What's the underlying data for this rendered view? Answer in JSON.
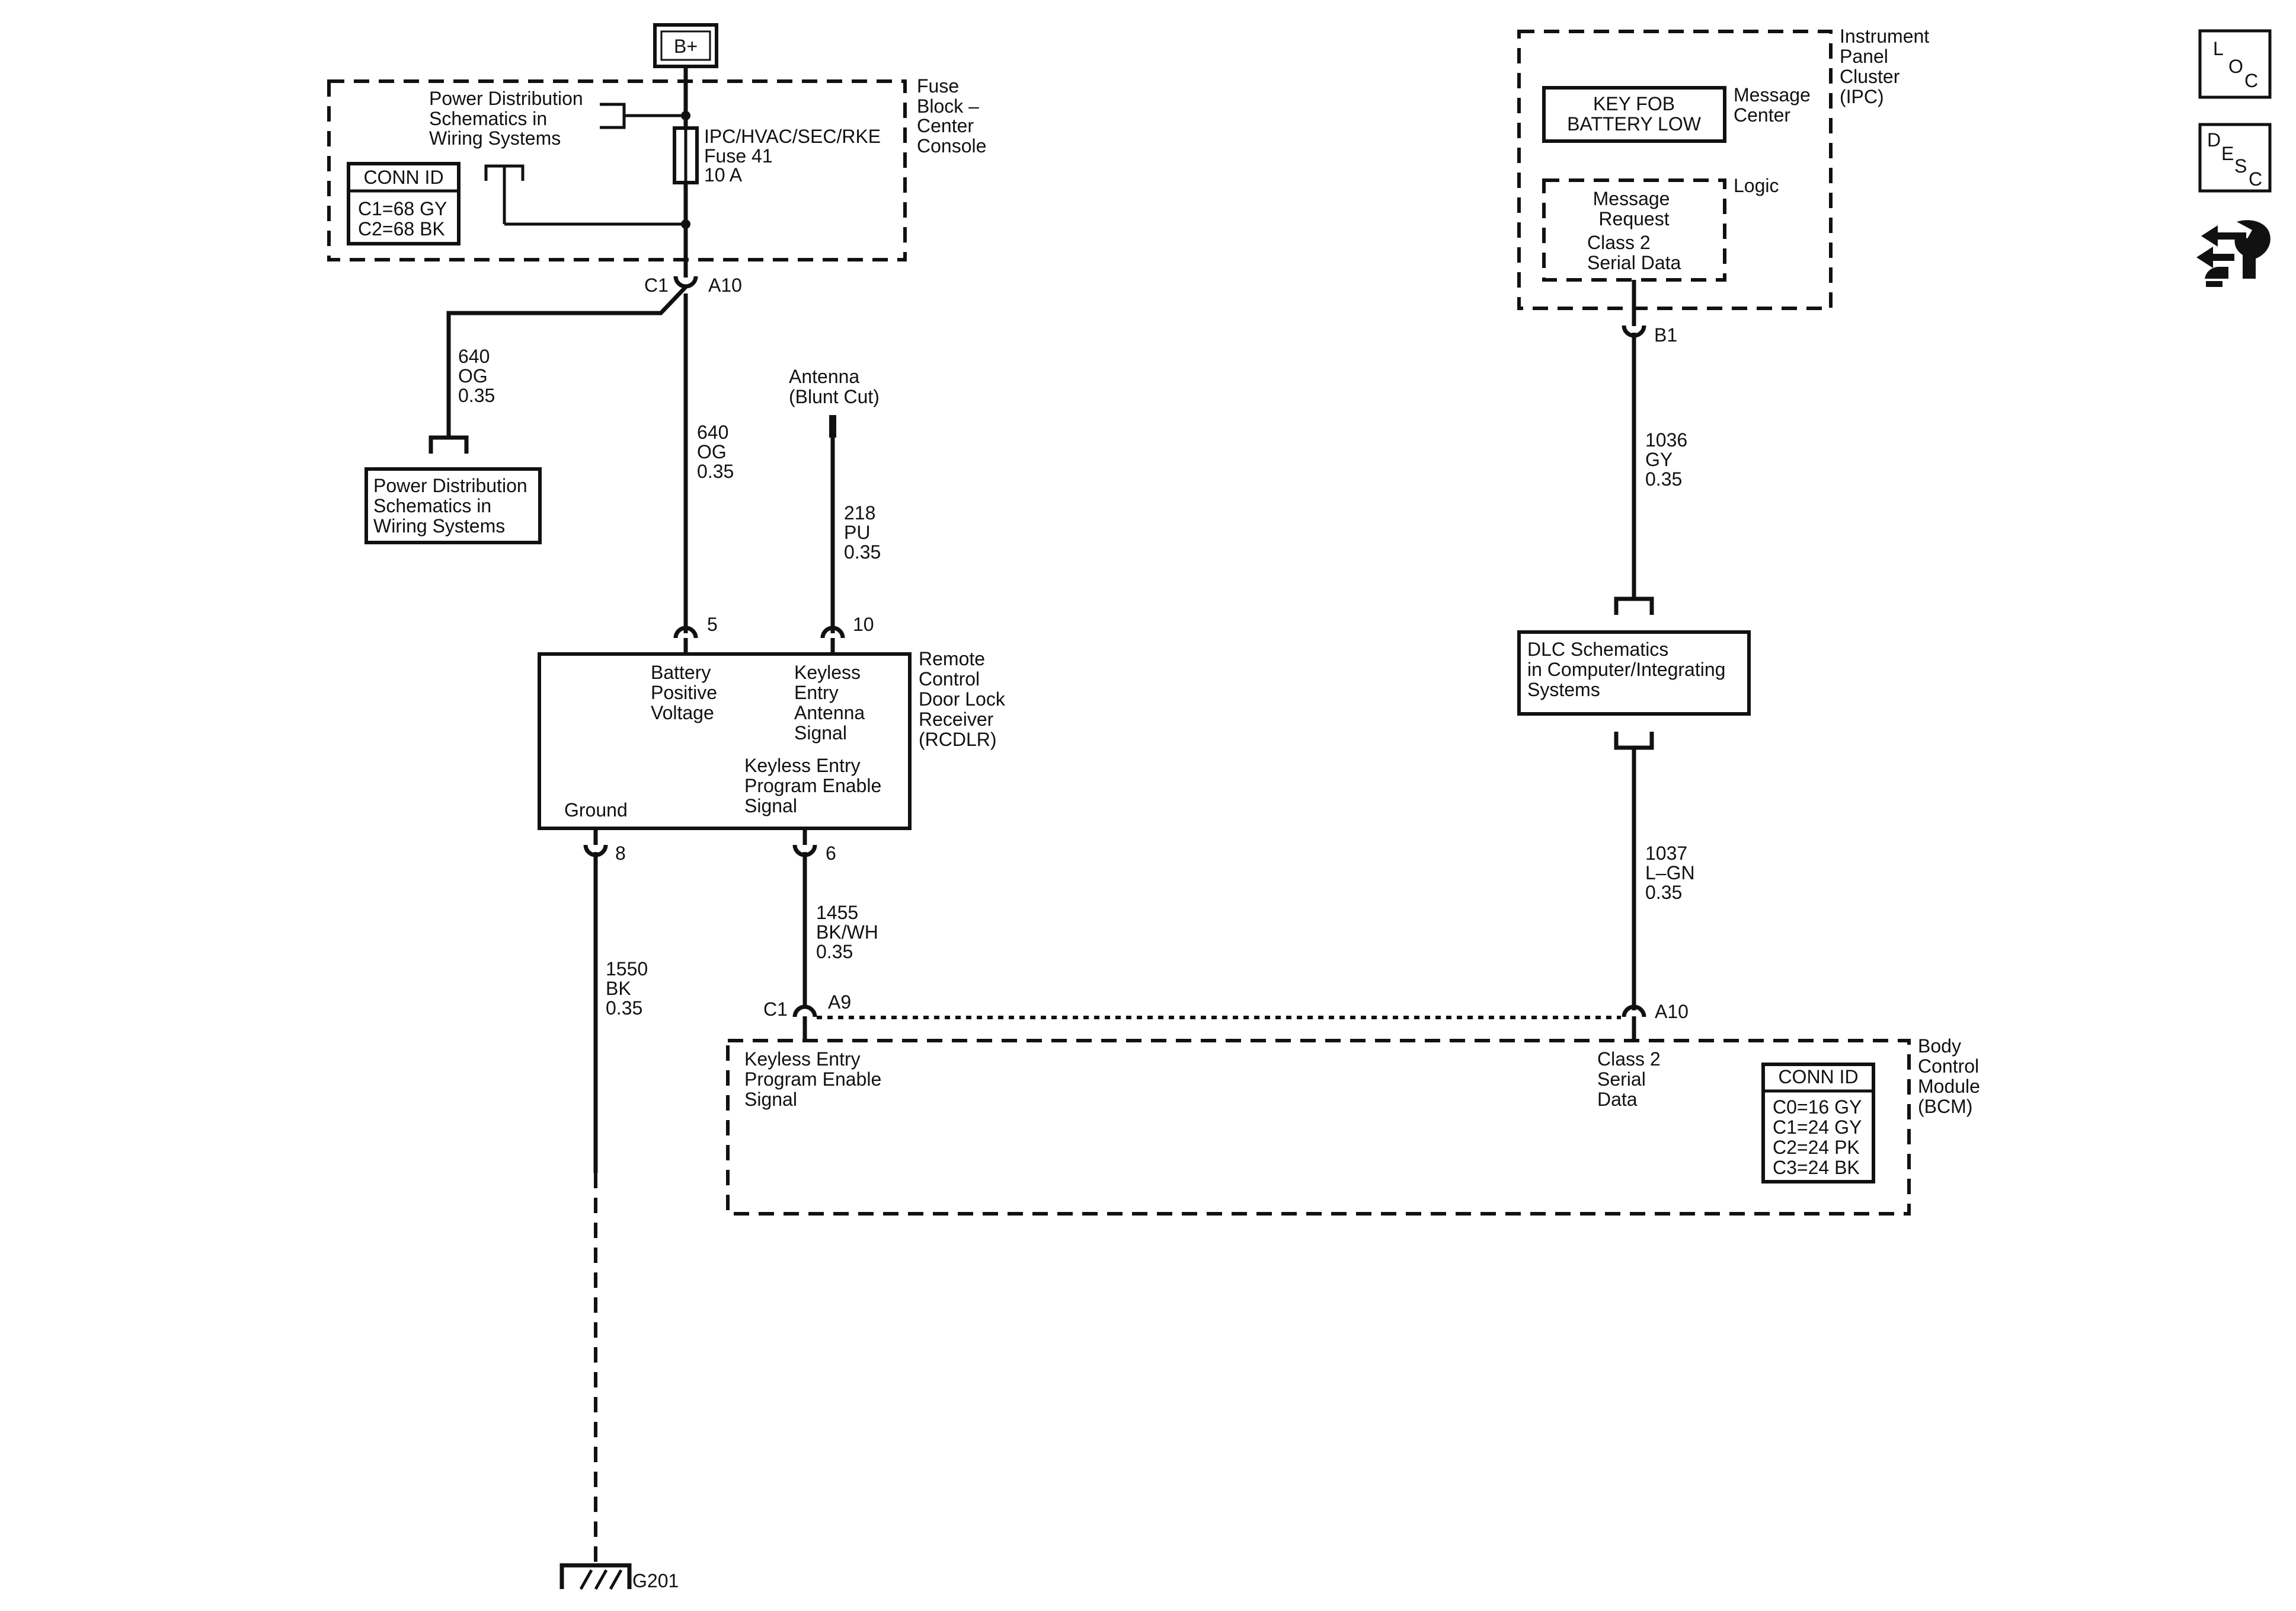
{
  "battery": "B+",
  "fuse_block": {
    "label": [
      "Fuse",
      "Block –",
      "Center",
      "Console"
    ],
    "pd_ref": [
      "Power Distribution",
      "Schematics in",
      "Wiring Systems"
    ],
    "fuse": [
      "IPC/HVAC/SEC/RKE",
      "Fuse 41",
      "10 A"
    ],
    "conn_id_title": "CONN ID",
    "conn_ids": [
      "C1=68 GY",
      "C2=68 BK"
    ]
  },
  "connectors": {
    "c1_a10_conn": "C1",
    "c1_a10_pin": "A10",
    "rcdlr_pin5": "5",
    "rcdlr_pin10": "10",
    "rcdlr_pin8": "8",
    "rcdlr_pin6": "6",
    "bcm_a9_conn": "C1",
    "bcm_a9_pin": "A9",
    "bcm_a10_pin": "A10",
    "ipc_b1_pin": "B1"
  },
  "wires": {
    "branch": [
      "640",
      "OG",
      "0.35"
    ],
    "main": [
      "640",
      "OG",
      "0.35"
    ],
    "antenna": [
      "218",
      "PU",
      "0.35"
    ],
    "ground": [
      "1550",
      "BK",
      "0.35"
    ],
    "program": [
      "1455",
      "BK/WH",
      "0.35"
    ],
    "serial_upper": [
      "1036",
      "GY",
      "0.35"
    ],
    "serial_lower": [
      "1037",
      "L–GN",
      "0.35"
    ]
  },
  "pd_box": [
    "Power Distribution",
    "Schematics in",
    "Wiring Systems"
  ],
  "antenna": [
    "Antenna",
    "(Blunt Cut)"
  ],
  "rcdlr": {
    "label": [
      "Remote",
      "Control",
      "Door Lock",
      "Receiver",
      "(RCDLR)"
    ],
    "battery": [
      "Battery",
      "Positive",
      "Voltage"
    ],
    "antenna_sig": [
      "Keyless",
      "Entry",
      "Antenna",
      "Signal"
    ],
    "program": [
      "Keyless Entry",
      "Program Enable",
      "Signal"
    ],
    "ground": "Ground"
  },
  "ground_label": "G201",
  "ipc": {
    "label": [
      "Instrument",
      "Panel",
      "Cluster",
      "(IPC)"
    ],
    "msg_center": [
      "Message",
      "Center"
    ],
    "key_fob": [
      "KEY FOB",
      "BATTERY LOW"
    ],
    "logic": "Logic",
    "logic_box": [
      "Message",
      "Request"
    ],
    "logic_box2": [
      "Class 2",
      "Serial Data"
    ]
  },
  "dlc": [
    "DLC Schematics",
    "in Computer/Integrating",
    "Systems"
  ],
  "bcm": {
    "label": [
      "Body",
      "Control",
      "Module",
      "(BCM)"
    ],
    "program": [
      "Keyless Entry",
      "Program Enable",
      "Signal"
    ],
    "serial": [
      "Class 2",
      "Serial",
      "Data"
    ],
    "conn_id_title": "CONN ID",
    "conn_ids": [
      "C0=16 GY",
      "C1=24 GY",
      "C2=24 PK",
      "C3=24 BK"
    ]
  },
  "side_icons": {
    "loc": [
      "L",
      "O",
      "C"
    ],
    "desc": [
      "D",
      "E",
      "S",
      "C"
    ],
    "tool": "wrench-arrows-icon"
  }
}
